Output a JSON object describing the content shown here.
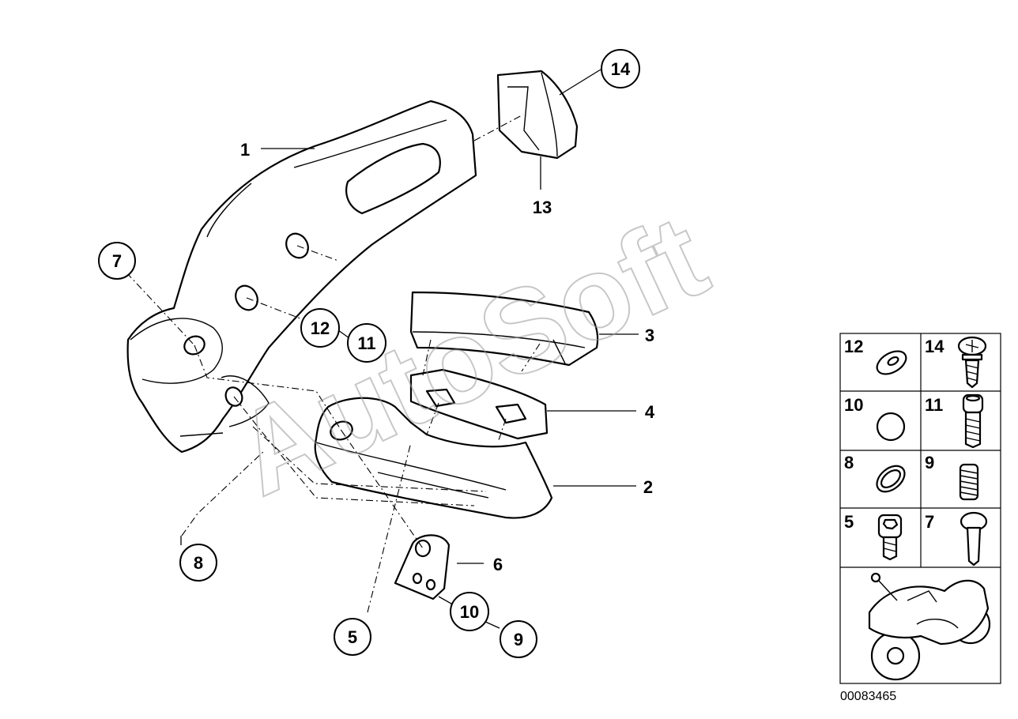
{
  "watermark": "AutoSoft",
  "diagram_code": "00083465",
  "callouts": {
    "c1": "1",
    "c2": "2",
    "c3": "3",
    "c4": "4",
    "c5": "5",
    "c6": "6",
    "c7": "7",
    "c8": "8",
    "c9": "9",
    "c10": "10",
    "c11": "11",
    "c12": "12",
    "c13": "13",
    "c14": "14"
  },
  "legend": {
    "r1_left": "12",
    "r1_right": "14",
    "r2_left": "10",
    "r2_right": "11",
    "r3_left": "8",
    "r3_right": "9",
    "r4_left": "5",
    "r4_right": "7"
  }
}
